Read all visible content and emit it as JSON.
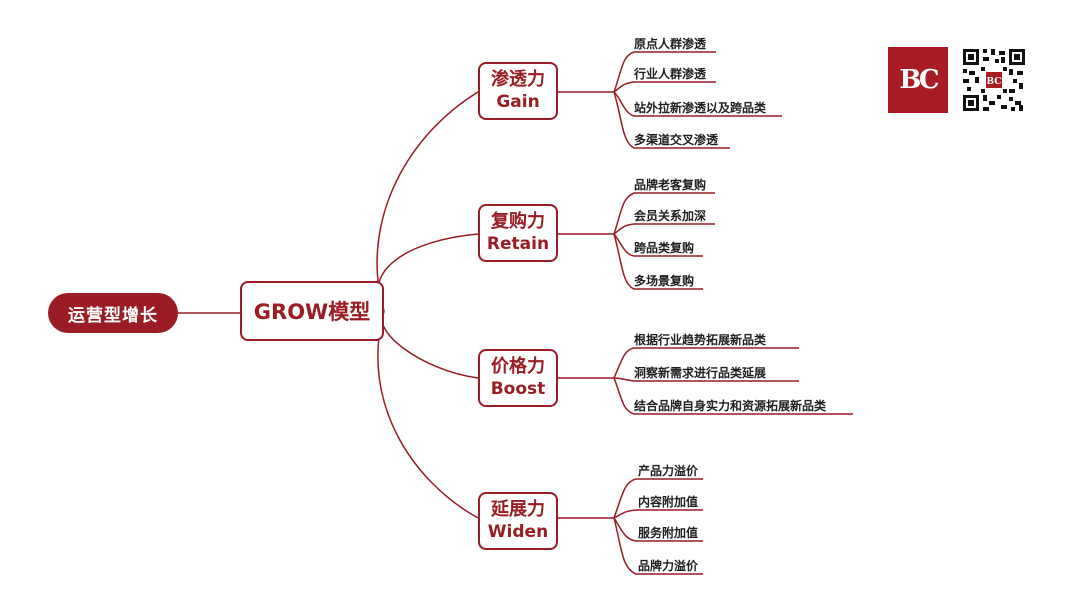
{
  "root": {
    "label": "运营型增长"
  },
  "center": {
    "label": "GROW模型"
  },
  "branches": [
    {
      "zh": "渗透力",
      "en": "Gain",
      "items": [
        "原点人群渗透",
        "行业人群渗透",
        "站外拉新渗透以及跨品类",
        "多渠道交叉渗透"
      ]
    },
    {
      "zh": "复购力",
      "en": "Retain",
      "items": [
        "品牌老客复购",
        "会员关系加深",
        "跨品类复购",
        "多场景复购"
      ]
    },
    {
      "zh": "价格力",
      "en": "Boost",
      "items": [
        "根据行业趋势拓展新品类",
        "洞察新需求进行品类延展",
        "结合品牌自身实力和资源拓展新品类"
      ]
    },
    {
      "zh": "延展力",
      "en": "Widen",
      "items": [
        "产品力溢价",
        "内容附加值",
        "服务附加值",
        "品牌力溢价"
      ]
    }
  ],
  "logo": {
    "text": "BC",
    "qr_badge": "BC"
  },
  "colors": {
    "accent": "#9a1c24",
    "leaf_text": "#1f1f1f"
  }
}
